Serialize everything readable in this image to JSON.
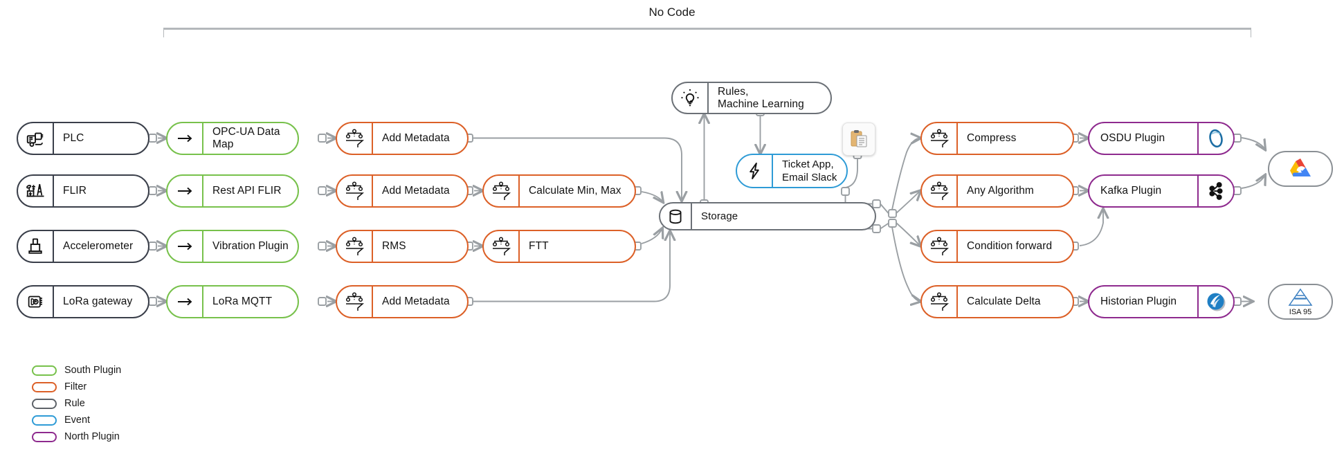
{
  "header": {
    "title": "No Code",
    "bracket": "no-code-bracket"
  },
  "rows": [
    {
      "device": {
        "label": "PLC",
        "icon": "plc-icon"
      },
      "south": {
        "label": "OPC-UA Data Map",
        "icon": "arrow-right-icon"
      },
      "filter1": {
        "label": "Add Metadata",
        "icon": "filter-funnel-icon"
      },
      "filter2": null
    },
    {
      "device": {
        "label": "FLIR",
        "icon": "power-plant-icon"
      },
      "south": {
        "label": "Rest API FLIR",
        "icon": "arrow-right-icon"
      },
      "filter1": {
        "label": "Add Metadata",
        "icon": "filter-funnel-icon"
      },
      "filter2": {
        "label": "Calculate Min, Max",
        "icon": "filter-funnel-icon"
      }
    },
    {
      "device": {
        "label": "Accelerometer",
        "icon": "accelerometer-icon"
      },
      "south": {
        "label": "Vibration Plugin",
        "icon": "arrow-right-icon"
      },
      "filter1": {
        "label": "RMS",
        "icon": "filter-funnel-icon"
      },
      "filter2": {
        "label": "FTT",
        "icon": "filter-funnel-icon"
      }
    },
    {
      "device": {
        "label": "LoRa gateway",
        "icon": "lora-gateway-icon"
      },
      "south": {
        "label": "LoRa MQTT",
        "icon": "arrow-right-icon"
      },
      "filter1": {
        "label": "Add Metadata",
        "icon": "filter-funnel-icon"
      },
      "filter2": null
    }
  ],
  "center": {
    "storage": {
      "label": "Storage",
      "icon": "database-cylinder-icon"
    },
    "rules": {
      "label": "Rules,\nMachine Learning",
      "icon": "lightbulb-icon"
    },
    "ticket": {
      "label": "Ticket App,\nEmail Slack",
      "icon": "lightning-bolt-icon"
    },
    "clipboard": {
      "icon": "clipboard-icon"
    }
  },
  "right_filters": [
    {
      "label": "Compress",
      "icon": "filter-funnel-icon"
    },
    {
      "label": "Any Algorithm",
      "icon": "filter-funnel-icon"
    },
    {
      "label": "Condition forward",
      "icon": "filter-funnel-icon"
    },
    {
      "label": "Calculate Delta",
      "icon": "filter-funnel-icon"
    }
  ],
  "north_plugins": [
    {
      "label": "OSDU Plugin",
      "icon": "osdu-logo-icon"
    },
    {
      "label": "Kafka Plugin",
      "icon": "kafka-logo-icon"
    },
    {
      "label": "Historian Plugin",
      "icon": "osisoft-pi-logo-icon"
    }
  ],
  "endpoints": [
    {
      "label": "",
      "icon": "google-cloud-logo-icon"
    },
    {
      "label": "ISA 95",
      "icon": "isa95-pyramid-icon"
    }
  ],
  "legend": [
    {
      "label": "South Plugin",
      "color": "#77c14b"
    },
    {
      "label": "Filter",
      "color": "#dc6027"
    },
    {
      "label": "Rule",
      "color": "#5d6268"
    },
    {
      "label": "Event",
      "color": "#2e9bd6"
    },
    {
      "label": "North Plugin",
      "color": "#8e2a8e"
    }
  ],
  "colors": {
    "south": "#77c14b",
    "filter": "#dc6027",
    "rule": "#6b7076",
    "event": "#2e9bd6",
    "north": "#8e2a8e",
    "device": "#3a3f4a",
    "wire": "#9a9fa3"
  }
}
